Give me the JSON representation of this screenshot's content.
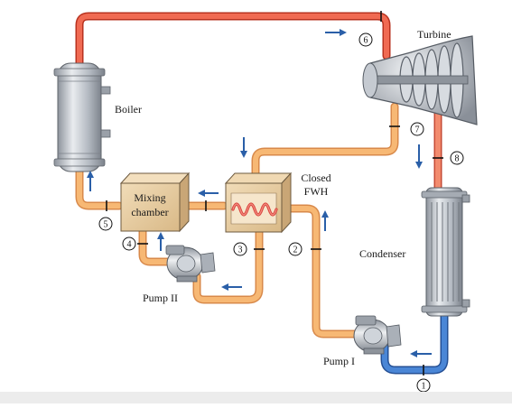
{
  "components": {
    "turbine": "Turbine",
    "boiler": "Boiler",
    "condenser": "Condenser",
    "mixing_chamber": [
      "Mixing",
      "chamber"
    ],
    "closed_fwh": [
      "Closed",
      "FWH"
    ],
    "pump_1": "Pump I",
    "pump_2": "Pump II"
  },
  "states": {
    "s1": "1",
    "s2": "2",
    "s3": "3",
    "s4": "4",
    "s5": "5",
    "s6": "6",
    "s7": "7",
    "s8": "8"
  },
  "colors": {
    "hot_steam": "#e8503a",
    "warm_liquid": "#f4a85a",
    "cold_liquid": "#3d76c4",
    "arrow": "#2a5fa8",
    "equipment_steel": "#b9bec6",
    "mixing_box": "#e9cfa6"
  }
}
